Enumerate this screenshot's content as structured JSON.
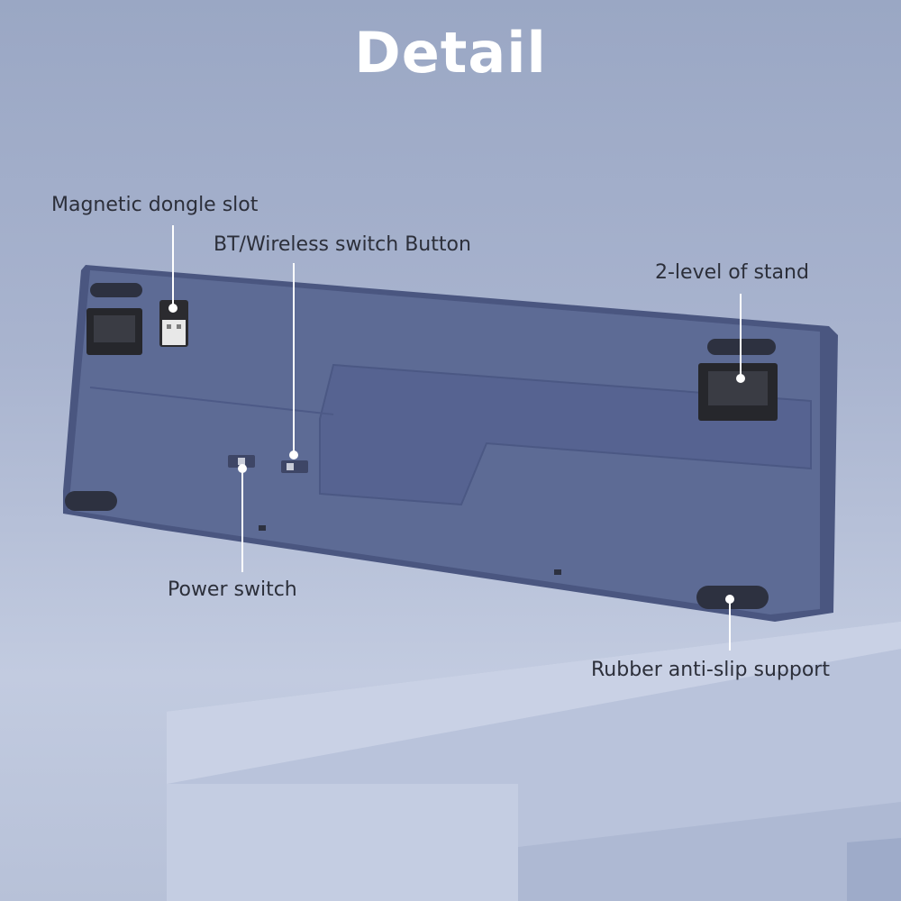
{
  "title": "Detail",
  "labels": {
    "dongle_slot": "Magnetic dongle slot",
    "bt_switch": "BT/Wireless switch Button",
    "stand": "2-level of stand",
    "power_switch": "Power switch",
    "rubber_support": "Rubber anti-slip support"
  },
  "colors": {
    "background": "#a9b4cf",
    "keyboard_body": "#5d6b95",
    "keyboard_edge": "#4a5680",
    "rubber": "#2d3140",
    "text": "#2c2f3a",
    "title": "#ffffff"
  }
}
